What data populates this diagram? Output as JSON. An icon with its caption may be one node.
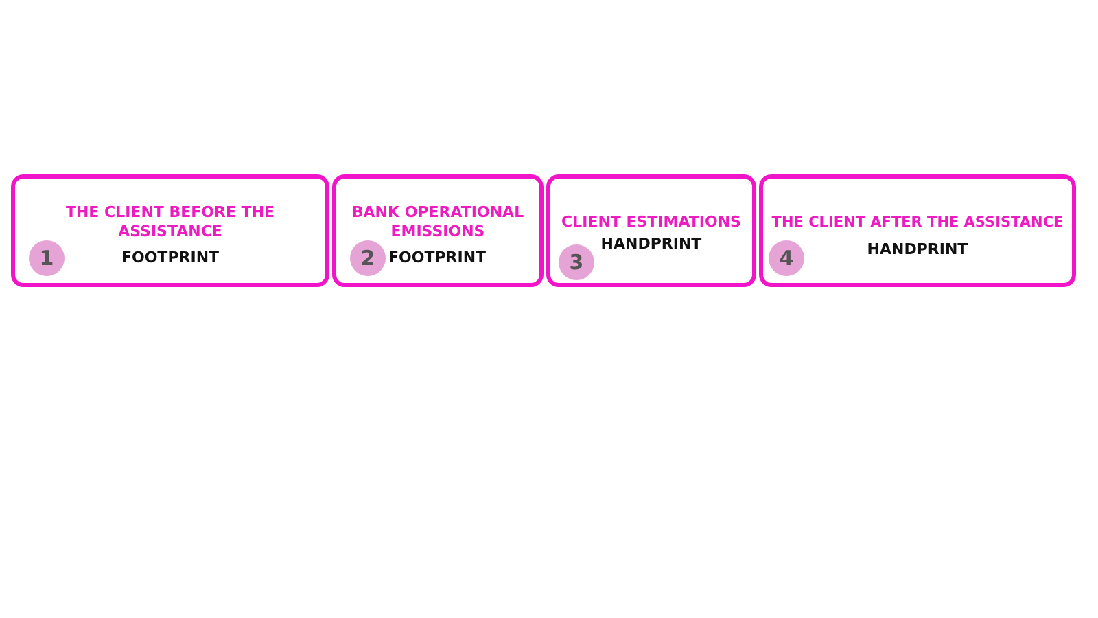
{
  "diagram": {
    "nodes": [
      {
        "text": [
          "THE CLIENT BEFORE THE ASSISTANCE",
          "FOOTPRINT"
        ]
      },
      {
        "text": [
          "1"
        ],
        "in": 0
      },
      {
        "text": [
          "BANK OPERATIONAL EMISSIONS",
          "FOOTPRINT"
        ]
      },
      {
        "text": [
          "2"
        ],
        "in": 2
      },
      {
        "text": [
          "CLIENT ESTIMATIONS",
          "HANDPRINT"
        ]
      },
      {
        "text": [
          "3"
        ],
        "in": 4
      },
      {
        "text": [
          "THE CLIENT AFTER THE ASSISTANCE",
          "HANDPRINT"
        ]
      },
      {
        "text": [
          "4"
        ],
        "in": 6
      }
    ]
  }
}
